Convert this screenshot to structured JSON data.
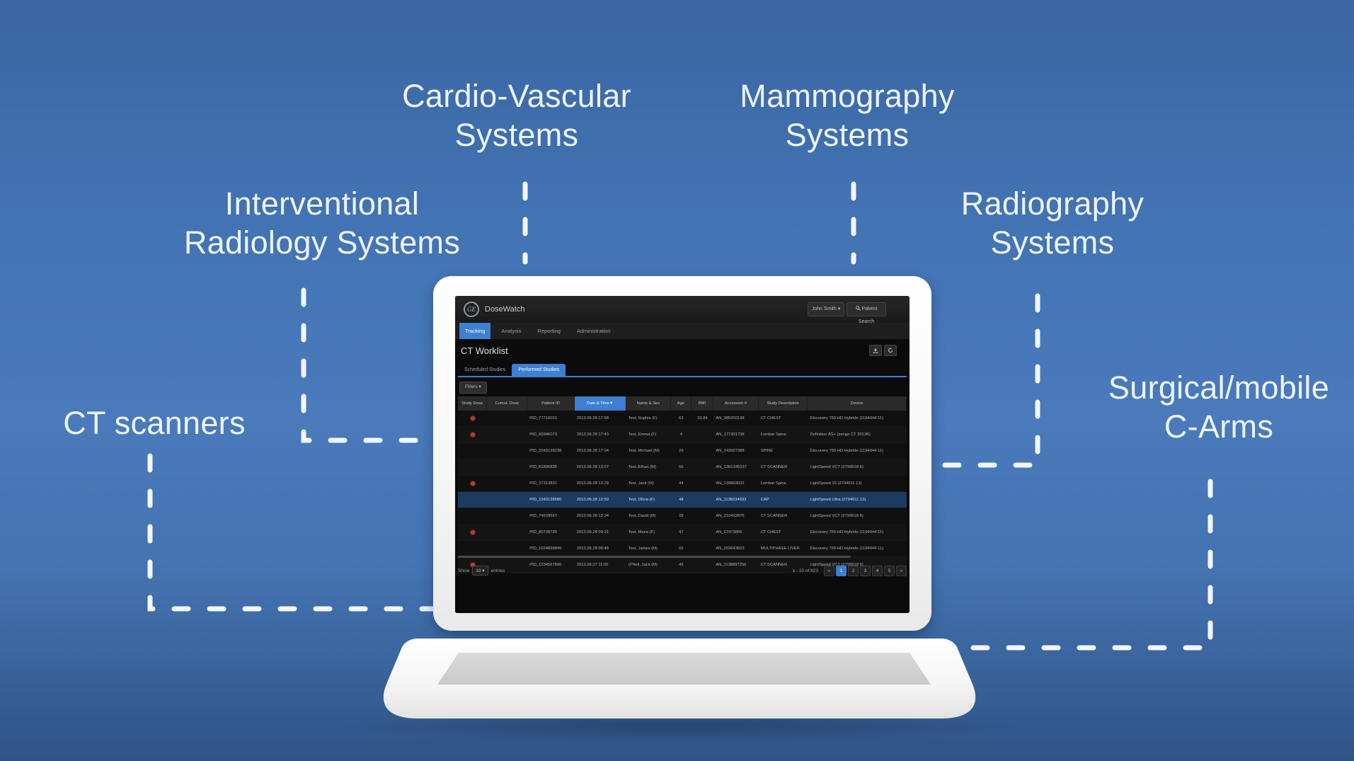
{
  "diagram": {
    "labels": {
      "cardio": {
        "line1": "Cardio-Vascular",
        "line2": "Systems"
      },
      "mammography": {
        "line1": "Mammography",
        "line2": "Systems"
      },
      "interventional": {
        "line1": "Interventional",
        "line2": "Radiology Systems"
      },
      "radiography": {
        "line1": "Radiography",
        "line2": "Systems"
      },
      "ct": {
        "line1": "CT scanners"
      },
      "surgical": {
        "line1": "Surgical/mobile",
        "line2": "C-Arms"
      }
    }
  },
  "app": {
    "logo_text": "GE",
    "brand": "DoseWatch",
    "header": {
      "user_button": "John Smith ▾",
      "search_button": "Patient Search"
    },
    "nav": {
      "items": [
        "Tracking",
        "Analysis",
        "Reporting",
        "Administration"
      ],
      "active": "Tracking"
    },
    "page_title": "CT Worklist",
    "tabs": {
      "items": [
        "Scheduled Studies",
        "Performed Studies"
      ],
      "active": "Performed Studies"
    },
    "filters_button": "Filters ▾",
    "table": {
      "columns": [
        "Study Dose",
        "Cumul. Dose",
        "Patient ID",
        "Date & Time",
        "Name & Sex",
        "Age",
        "BMI",
        "Accession #",
        "Study Description",
        "Device"
      ],
      "sorted_column": "Date & Time",
      "rows": [
        {
          "alert": true,
          "selected": false,
          "patient_id": "PID_77716031",
          "datetime": "2013.06.28 17:58",
          "name": "Test, Sophia (F)",
          "age": "63",
          "bmi": "33.84",
          "accession": "AN_385350138",
          "description": "CT CHEST",
          "device": "Discovery 750 HD Hybride (1194944 11)"
        },
        {
          "alert": true,
          "selected": false,
          "patient_id": "PID_60946073",
          "datetime": "2013.06.28 17:43",
          "name": "Test, Emma (F)",
          "age": "4",
          "bmi": "",
          "accession": "AN_177301738",
          "description": "Lumbar Spine",
          "device": "Definition AS+ (zengo CT 2013B)"
        },
        {
          "alert": false,
          "selected": false,
          "patient_id": "PID_2043128238",
          "datetime": "2013.06.28 17:04",
          "name": "Test, Michael (M)",
          "age": "29",
          "bmi": "",
          "accession": "AN_143907388",
          "description": "SPINE",
          "device": "Discovery 750 HD Hybride (1194944 11)"
        },
        {
          "alert": false,
          "selected": false,
          "patient_id": "PID_81896836",
          "datetime": "2013.06.28 13:57",
          "name": "Test, Ethan (M)",
          "age": "56",
          "bmi": "",
          "accession": "AN_1381335337",
          "description": "CT SCANNER",
          "device": "LightSpeed VCT (2799918 6)"
        },
        {
          "alert": true,
          "selected": false,
          "patient_id": "PID_37313831",
          "datetime": "2013.06.28 13:29",
          "name": "Test, Jack (M)",
          "age": "44",
          "bmi": "",
          "accession": "AN_139803032",
          "description": "Lumbar Spine",
          "device": "LightSpeed 16 (2794911 13)"
        },
        {
          "alert": false,
          "selected": true,
          "patient_id": "PID_1343138580",
          "datetime": "2013.06.28 12:59",
          "name": "Test, Olivia (F)",
          "age": "48",
          "bmi": "",
          "accession": "AN_1138234693",
          "description": "CAP",
          "device": "LightSpeed Ultra (2794911 13)"
        },
        {
          "alert": false,
          "selected": false,
          "patient_id": "PID_74639567",
          "datetime": "2013.06.28 12:24",
          "name": "Test, David (M)",
          "age": "28",
          "bmi": "",
          "accession": "AN_210432876",
          "description": "CT SCANNER",
          "device": "LightSpeed VCT (2799918 6)"
        },
        {
          "alert": true,
          "selected": false,
          "patient_id": "PID_80738735",
          "datetime": "2013.06.28 09:31",
          "name": "Test, Maria (F)",
          "age": "47",
          "bmi": "",
          "accession": "AN_67473856",
          "description": "CT CHEST",
          "device": "Discovery 750 HD Hybride (1194944 11)"
        },
        {
          "alert": false,
          "selected": false,
          "patient_id": "PID_1024838845",
          "datetime": "2013.06.28 08:48",
          "name": "Test, James (M)",
          "age": "65",
          "bmi": "",
          "accession": "AN_203643823",
          "description": "MULTIPHASE LIVER",
          "device": "Discovery 750 HD Hybride (1194944 11)"
        },
        {
          "alert": true,
          "selected": false,
          "patient_id": "PID_1234567890",
          "datetime": "2013.06.27 11:05",
          "name": "O'Neil, Jack (M)",
          "age": "45",
          "bmi": "",
          "accession": "AN_1138897256",
          "description": "CT SCANNER",
          "device": "LightSpeed VCT (2799918 6)"
        }
      ]
    },
    "footer": {
      "show_label": "Show",
      "page_size": "10 ▾",
      "entries_label": "entries",
      "range": "1 - 10 of 823",
      "pages": [
        "«",
        "1",
        "2",
        "3",
        "4",
        "5",
        "»"
      ],
      "active_page": "1"
    }
  },
  "colors": {
    "accent": "#3d7fd0",
    "alert_dot": "#c23b2e",
    "background_top": "#3a66a3",
    "background_bottom": "#2f5486"
  }
}
